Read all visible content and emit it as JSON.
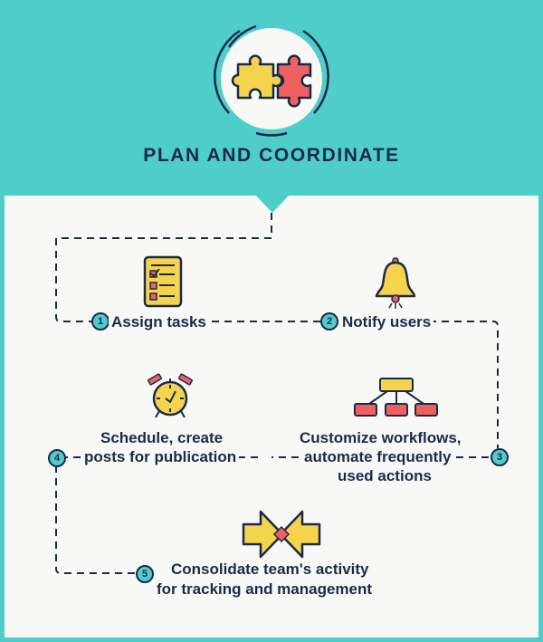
{
  "header": {
    "title": "PLAN AND COORDINATE",
    "icon": "puzzle-pieces-icon"
  },
  "colors": {
    "teal": "#4ecdc9",
    "navy": "#1c2a4a",
    "yellow": "#f4d44d",
    "red": "#ef6161",
    "panel": "#f8f8f6"
  },
  "steps": [
    {
      "number": "1",
      "label": "Assign tasks",
      "icon": "checklist-icon"
    },
    {
      "number": "2",
      "label": "Notify users",
      "icon": "bell-icon"
    },
    {
      "number": "3",
      "lines": [
        "Customize workflows,",
        "automate frequently",
        "used actions"
      ],
      "icon": "workflow-hierarchy-icon"
    },
    {
      "number": "4",
      "lines": [
        "Schedule, create",
        "posts for publication"
      ],
      "icon": "alarm-clock-icon"
    },
    {
      "number": "5",
      "lines": [
        "Consolidate team's activity",
        "for tracking and management"
      ],
      "icon": "converging-arrows-icon"
    }
  ]
}
